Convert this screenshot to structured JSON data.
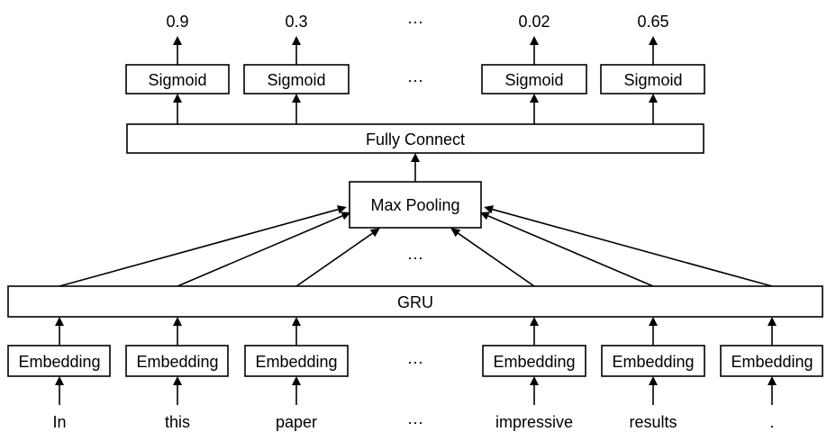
{
  "diagram": {
    "inputs": [
      {
        "token": "In",
        "embedding": "Embedding"
      },
      {
        "token": "this",
        "embedding": "Embedding"
      },
      {
        "token": "paper",
        "embedding": "Embedding"
      },
      {
        "token": "impressive",
        "embedding": "Embedding"
      },
      {
        "token": "results",
        "embedding": "Embedding"
      },
      {
        "token": ".",
        "embedding": "Embedding"
      }
    ],
    "gru_label": "GRU",
    "max_pooling_label": "Max Pooling",
    "fully_connect_label": "Fully Connect",
    "outputs": [
      {
        "activation": "Sigmoid",
        "value": "0.9"
      },
      {
        "activation": "Sigmoid",
        "value": "0.3"
      },
      {
        "activation": "Sigmoid",
        "value": "0.02"
      },
      {
        "activation": "Sigmoid",
        "value": "0.65"
      }
    ],
    "ellipsis": "···"
  }
}
